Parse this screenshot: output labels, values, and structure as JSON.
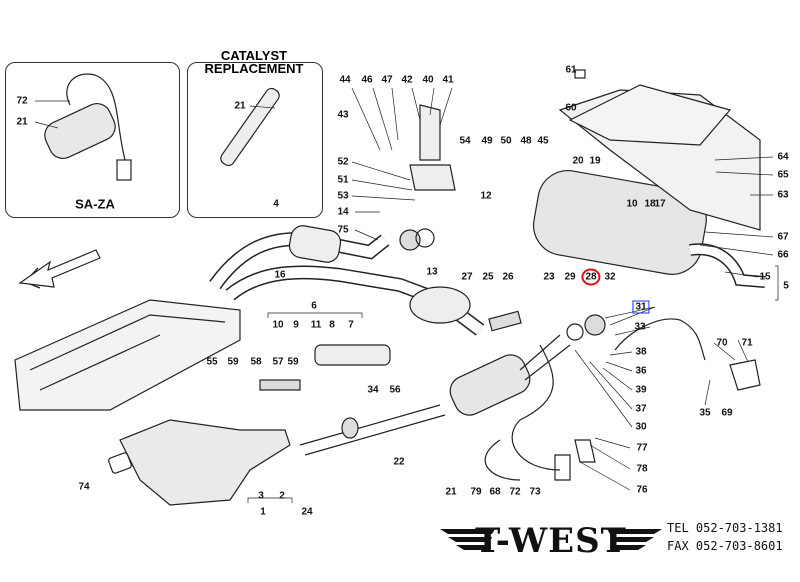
{
  "insets": {
    "left": {
      "caption": "SA-ZA",
      "callouts": [
        "72",
        "21"
      ]
    },
    "right": {
      "title_line1": "CATALYST",
      "title_line2": "REPLACEMENT",
      "callouts": [
        "21"
      ]
    }
  },
  "callouts": [
    "44",
    "46",
    "47",
    "42",
    "40",
    "41",
    "43",
    "54",
    "49",
    "50",
    "48",
    "52",
    "51",
    "53",
    "12",
    "14",
    "75",
    "4",
    "13",
    "16",
    "45",
    "61",
    "60",
    "20",
    "19",
    "18",
    "10",
    "17",
    "64",
    "65",
    "63",
    "67",
    "66",
    "15",
    "5",
    "27",
    "25",
    "26",
    "23",
    "29",
    "28",
    "32",
    "31",
    "33",
    "38",
    "36",
    "39",
    "37",
    "30",
    "70",
    "71",
    "35",
    "69",
    "77",
    "78",
    "76",
    "6",
    "10",
    "9",
    "11",
    "8",
    "7",
    "55",
    "59",
    "58",
    "57",
    "59",
    "34",
    "56",
    "22",
    "3",
    "2",
    "1",
    "24",
    "74",
    "21",
    "79",
    "68",
    "72",
    "73"
  ],
  "highlights": {
    "circled": "28",
    "boxed": "31",
    "circle_color": "#e01010",
    "box_color": "#2030e0"
  },
  "footer": {
    "logo_text": "T-WEST",
    "tel": "TEL 052-703-1381",
    "fax": "FAX 052-703-8601"
  }
}
